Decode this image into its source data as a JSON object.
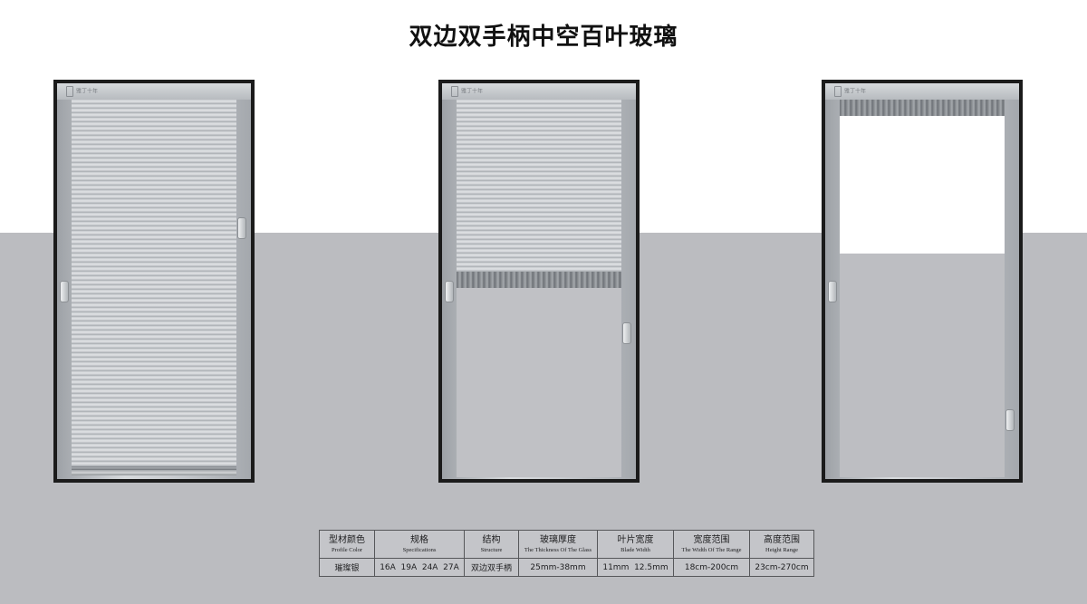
{
  "title": "双边双手柄中空百叶玻璃",
  "windows": [
    {
      "logo_text": "雅丁十年",
      "blinds_lowered_fraction": 1.0
    },
    {
      "logo_text": "雅丁十年",
      "blinds_lowered_fraction": 0.47
    },
    {
      "logo_text": "雅丁十年",
      "blinds_lowered_fraction": 0.05
    }
  ],
  "spec_table": {
    "headers": [
      {
        "zh": "型材颜色",
        "en": "Profile Color"
      },
      {
        "zh": "规格",
        "en": "Specifications"
      },
      {
        "zh": "结构",
        "en": "Structure"
      },
      {
        "zh": "玻璃厚度",
        "en": "The Thickness Of The Glass"
      },
      {
        "zh": "叶片宽度",
        "en": "Blade Width"
      },
      {
        "zh": "宽度范围",
        "en": "The Width Of The Range"
      },
      {
        "zh": "高度范围",
        "en": "Height Range"
      }
    ],
    "values": [
      "璀璨银",
      "16A  19A  24A  27A",
      "双边双手柄",
      "25mm-38mm",
      "11mm  12.5mm",
      "18cm-200cm",
      "23cm-270cm"
    ]
  }
}
